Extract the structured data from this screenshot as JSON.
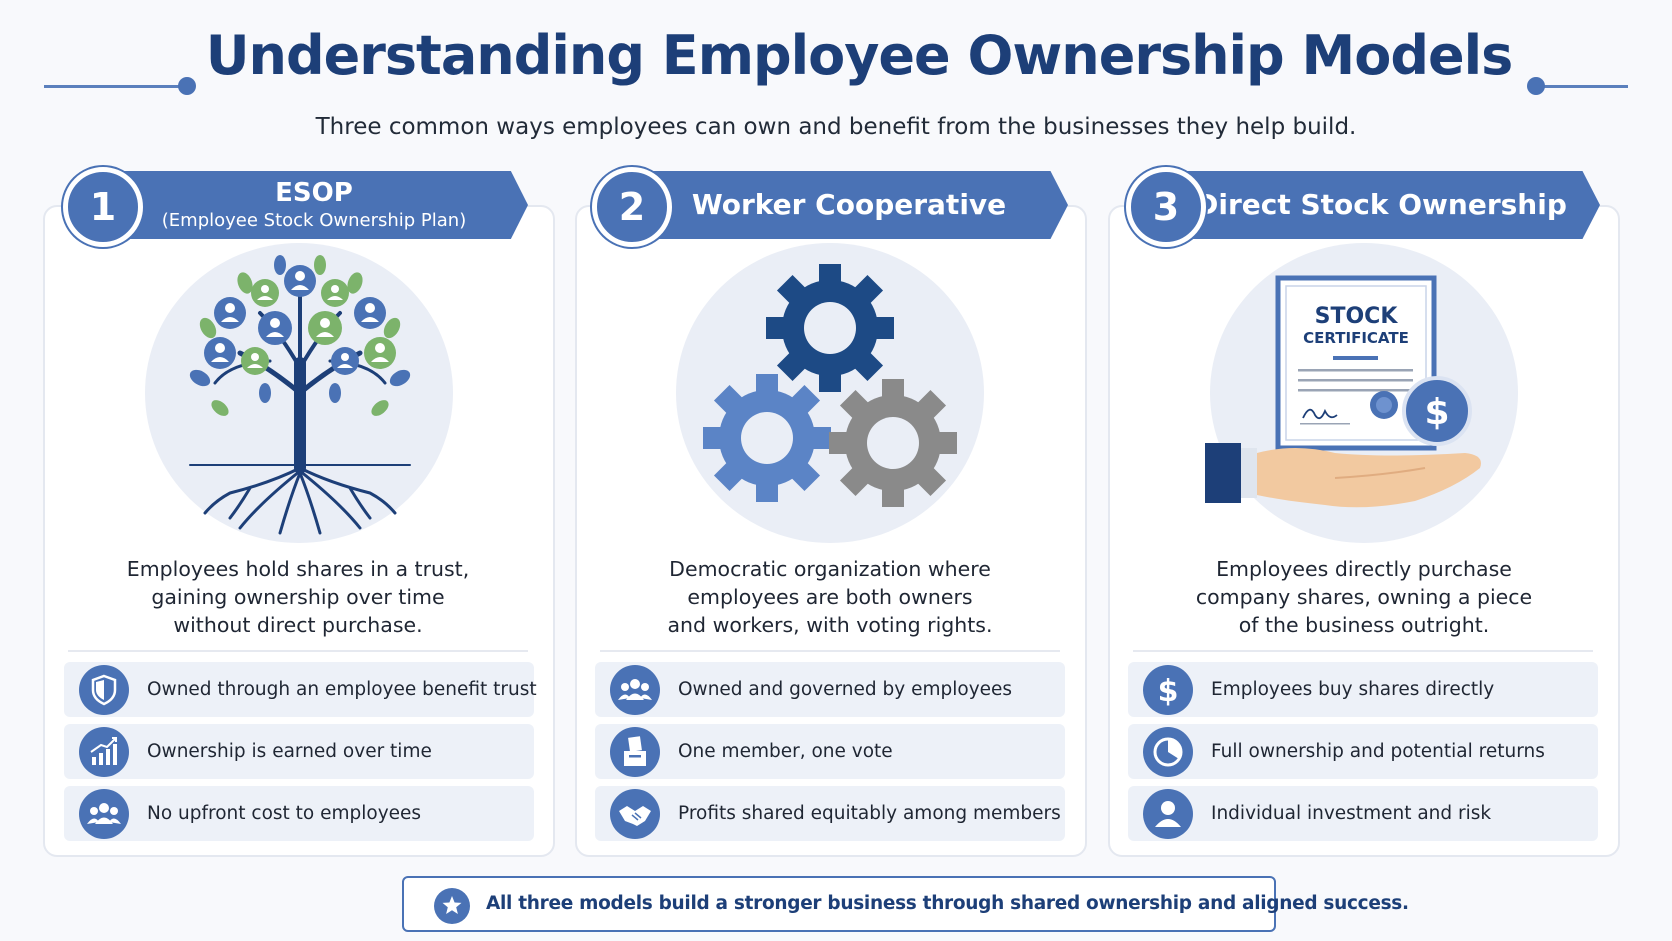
{
  "header": {
    "title": "Understanding Employee Ownership Models",
    "subtitle": "Three common ways employees can own and benefit from the businesses they help build."
  },
  "cards": [
    {
      "number": "1",
      "title": "ESOP",
      "subtitle": "(Employee Stock Ownership Plan)",
      "illustration": "tree-with-people-icon",
      "description": [
        "Employees hold shares in a trust,",
        "gaining ownership over time",
        "without direct purchase."
      ],
      "features": [
        {
          "icon": "shield-icon",
          "label": "Owned through an employee benefit trust"
        },
        {
          "icon": "growth-chart-icon",
          "label": "Ownership is earned over time"
        },
        {
          "icon": "group-icon",
          "label": "No upfront cost to employees"
        }
      ]
    },
    {
      "number": "2",
      "title": "Worker Cooperative",
      "illustration": "gears-icon",
      "description": [
        "Democratic organization where",
        "employees are both owners",
        "and workers, with voting rights."
      ],
      "features": [
        {
          "icon": "group-icon",
          "label": "Owned and governed by employees"
        },
        {
          "icon": "ballot-box-icon",
          "label": "One member, one vote"
        },
        {
          "icon": "handshake-icon",
          "label": "Profits shared equitably among members"
        }
      ]
    },
    {
      "number": "3",
      "title": "Direct Stock Ownership",
      "illustration": "stock-certificate-icon",
      "certificate": {
        "line1": "STOCK",
        "line2": "CERTIFICATE",
        "currency": "$"
      },
      "description": [
        "Employees directly purchase",
        "company shares, owning a piece",
        "of the business outright."
      ],
      "features": [
        {
          "icon": "dollar-icon",
          "label": "Employees buy shares directly"
        },
        {
          "icon": "pie-chart-icon",
          "label": "Full ownership and potential returns"
        },
        {
          "icon": "person-icon",
          "label": "Individual investment and risk"
        }
      ]
    }
  ],
  "footer": {
    "icon": "star-icon",
    "text": "All three models build a stronger business through shared ownership and aligned success."
  },
  "colors": {
    "primary": "#4a72b5",
    "title": "#1d3f78",
    "green": "#7cb36b",
    "gray_gear": "#8a8a8a"
  }
}
